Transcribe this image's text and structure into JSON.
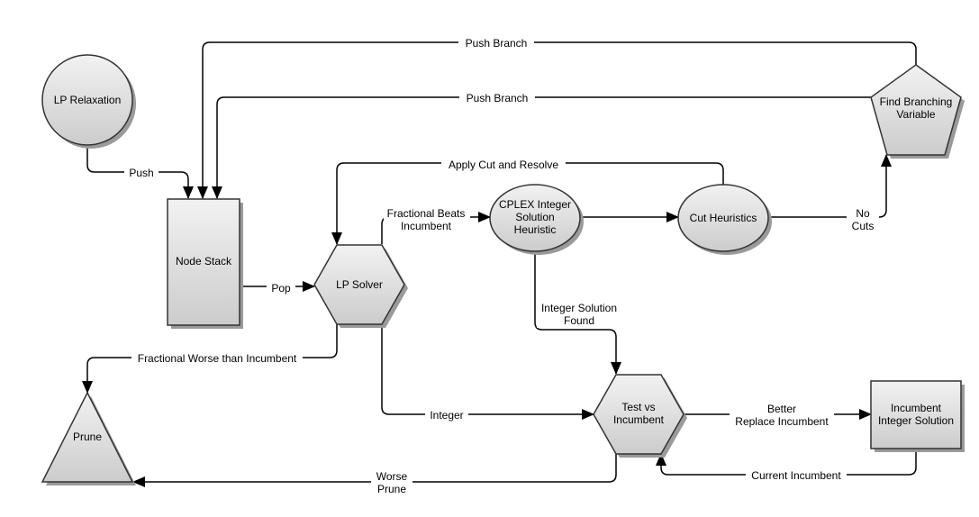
{
  "nodes": {
    "lp_relaxation": [
      "LP Relaxation"
    ],
    "node_stack": [
      "Node Stack"
    ],
    "lp_solver": [
      "LP Solver"
    ],
    "cplex_heuristic": [
      "CPLEX Integer",
      "Solution",
      "Heuristic"
    ],
    "cut_heuristics": [
      "Cut Heuristics"
    ],
    "find_branching": [
      "Find Branching",
      "Variable"
    ],
    "test_vs_incumbent": [
      "Test vs",
      "Incumbent"
    ],
    "incumbent_solution": [
      "Incumbent",
      "Integer Solution"
    ],
    "prune": [
      "Prune"
    ]
  },
  "edges": {
    "push": [
      "Push"
    ],
    "push_branch_outer": [
      "Push Branch"
    ],
    "push_branch_inner": [
      "Push Branch"
    ],
    "pop": [
      "Pop"
    ],
    "apply_cut": [
      "Apply Cut and Resolve"
    ],
    "fractional_beats": [
      "Fractional Beats",
      "Incumbent"
    ],
    "no_cuts": [
      "No",
      "Cuts"
    ],
    "integer_found": [
      "Integer Solution",
      "Found"
    ],
    "fractional_worse": [
      "Fractional Worse than Incumbent"
    ],
    "integer": [
      "Integer"
    ],
    "better": [
      "Better",
      "Replace Incumbent"
    ],
    "current_incumbent": [
      "Current Incumbent"
    ],
    "worse_prune": [
      "Worse",
      "Prune"
    ]
  },
  "colors": {
    "shape_fill_top": "#f2f2f2",
    "shape_fill_bottom": "#cccccc",
    "shadow": "#9a9a9a",
    "stroke": "#333333",
    "edge": "#000000"
  }
}
